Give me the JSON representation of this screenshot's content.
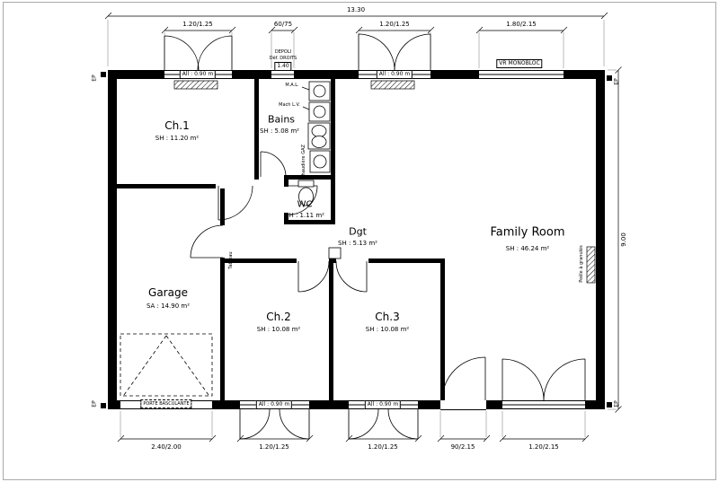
{
  "plan": {
    "dim_total_width": "13.30",
    "dim_height": "9.00",
    "dims_top": [
      "1.20/1.25",
      "60/75",
      "1.20/1.25",
      "1.80/2.15"
    ],
    "dims_bottom": [
      "2.40/2.00",
      "1.20/1.25",
      "1.20/1.25",
      "90/2.15",
      "1.20/2.15"
    ]
  },
  "rooms": {
    "ch1": {
      "name": "Ch.1",
      "area": "SH : 11.20 m²"
    },
    "bains": {
      "name": "Bains",
      "area": "SH : 5.08 m²"
    },
    "wc": {
      "name": "WC",
      "area": "SH : 1.11 m²"
    },
    "dgt": {
      "name": "Dgt",
      "area": "SH : 5.13 m²"
    },
    "family": {
      "name": "Family Room",
      "area": "SH : 46.24 m²"
    },
    "garage": {
      "name": "Garage",
      "area": "SA : 14.90 m²"
    },
    "ch2": {
      "name": "Ch.2",
      "area": "SH : 10.08 m²"
    },
    "ch3": {
      "name": "Ch.3",
      "area": "SH : 10.08 m²"
    }
  },
  "labels": {
    "sill": "All : 0.90 m",
    "depoli_line1": "DEPOLI",
    "depoli_line2": "Déf. DROITS",
    "depoli_height": "1.40",
    "vr": "VR MONOBLOC",
    "washing_machine": "M.A.L.",
    "dishwasher": "Mach L.V.",
    "boiler": "Chaudière GAZ",
    "electrical_panel": "Tableau",
    "stove": "Poêle à granulés",
    "garage_door": "PORTE BASCULANTE",
    "downspout": "EP"
  }
}
